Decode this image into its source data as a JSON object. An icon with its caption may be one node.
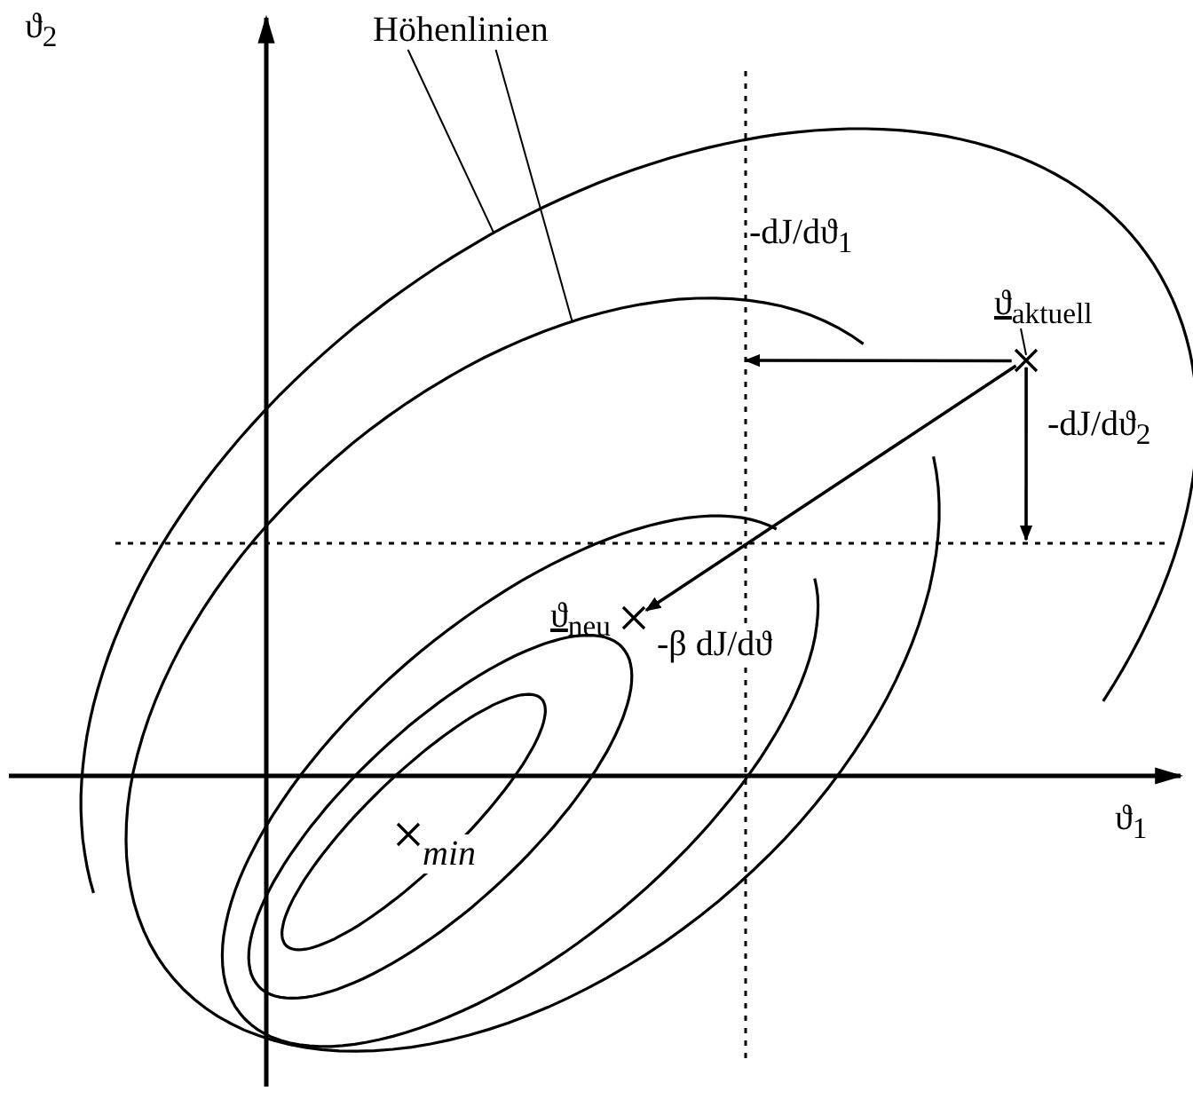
{
  "diagram": {
    "nodes": [
      {
        "text": [
          "Höhenlinien"
        ]
      },
      {
        "text": [
          "ϑ$_{aktuell}$"
        ]
      },
      {
        "text": [
          "ϑ$_{neu}$"
        ]
      }
    ],
    "edges": [
      {
        "from": 0,
        "to": null,
        "arrow": "none"
      },
      {
        "from": 0,
        "to": null,
        "arrow": "none"
      },
      {
        "from": 1,
        "to": null,
        "arrow": "to",
        "label": "-dJ/dϑ$_{1}$"
      },
      {
        "from": 1,
        "to": null,
        "arrow": "to",
        "label": "-dJ/dϑ$_{2}$"
      },
      {
        "from": 1,
        "to": 2,
        "arrow": "to",
        "label": "-β dJ/dϑ"
      }
    ],
    "labels": [
      "ϑ$_{2}$",
      "ϑ$_{1}$",
      "min"
    ]
  }
}
